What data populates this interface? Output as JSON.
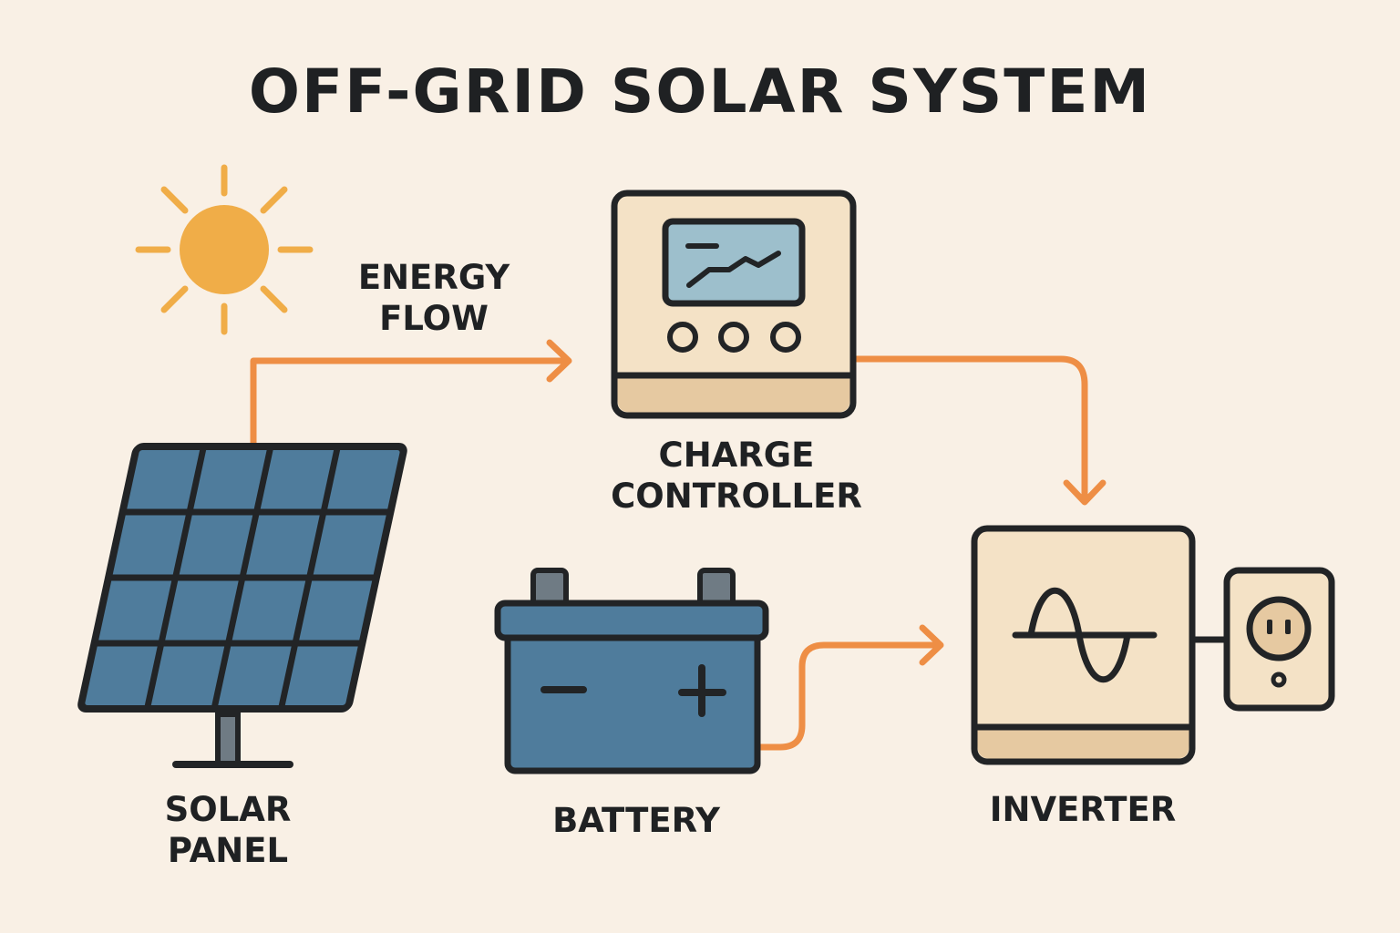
{
  "title": "OFF-GRID SOLAR SYSTEM",
  "energy_flow": {
    "line1": "ENERGY",
    "line2": "FLOW"
  },
  "nodes": {
    "solar_panel": {
      "line1": "SOLAR",
      "line2": "PANEL"
    },
    "charge_controller": {
      "line1": "CHARGE",
      "line2": "CONTROLLER"
    },
    "battery": {
      "label": "BATTERY"
    },
    "inverter": {
      "label": "INVERTER"
    }
  },
  "colors": {
    "background": "#f9f0e5",
    "outline": "#222426",
    "arrow": "#ee8e45",
    "sun": "#f0ad48",
    "panel_blue": "#4f7c9c",
    "device_body": "#f4e2c6",
    "device_base": "#e6c9a1",
    "screen": "#9dbfcc",
    "terminal": "#6f7b84"
  },
  "icons": [
    "sun-icon",
    "solar-panel-icon",
    "charge-controller-icon",
    "battery-icon",
    "inverter-icon",
    "power-outlet-icon"
  ]
}
